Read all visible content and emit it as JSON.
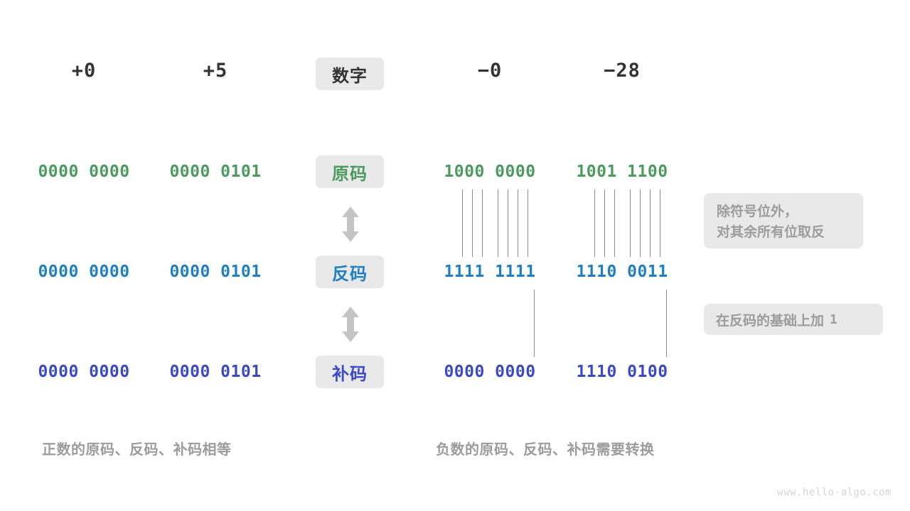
{
  "header": {
    "label_pill": "数字",
    "values": [
      "+0",
      "+5",
      "−0",
      "−28"
    ]
  },
  "rows": [
    {
      "label": "原码",
      "color": "#4b9b5f",
      "cells": [
        "0000 0000",
        "0000 0101",
        "1000 0000",
        "1001 1100"
      ]
    },
    {
      "label": "反码",
      "color": "#1f7fc4",
      "cells": [
        "0000 0000",
        "0000 0101",
        "1111 1111",
        "1110 0011"
      ]
    },
    {
      "label": "补码",
      "color": "#3b49c4",
      "cells": [
        "0000 0000",
        "0000 0101",
        "0000 0000",
        "1110 0100"
      ]
    }
  ],
  "notes": {
    "invert": "除符号位外，\n对其余所有位取反",
    "invert_line1": "除符号位外，",
    "invert_line2": "对其余所有位取反",
    "add_one_text": "在反码的基础上加",
    "add_one_value": "1"
  },
  "captions": {
    "left": "正数的原码、反码、补码相等",
    "right": "负数的原码、反码、补码需要转换"
  },
  "watermark": "www.hello-algo.com",
  "colors": {
    "pill_bg": "#e9e9e9",
    "text_dark": "#333333",
    "muted": "#9c9c9c",
    "connector": "#8a8a8a",
    "arrow": "#c4c4c4",
    "row1": "#4b9b5f",
    "row2": "#1f7fc4",
    "row3": "#3b49c4"
  },
  "arrows": {
    "between_row1_row2": "double-vertical-arrow",
    "between_row2_row3": "double-vertical-arrow"
  }
}
